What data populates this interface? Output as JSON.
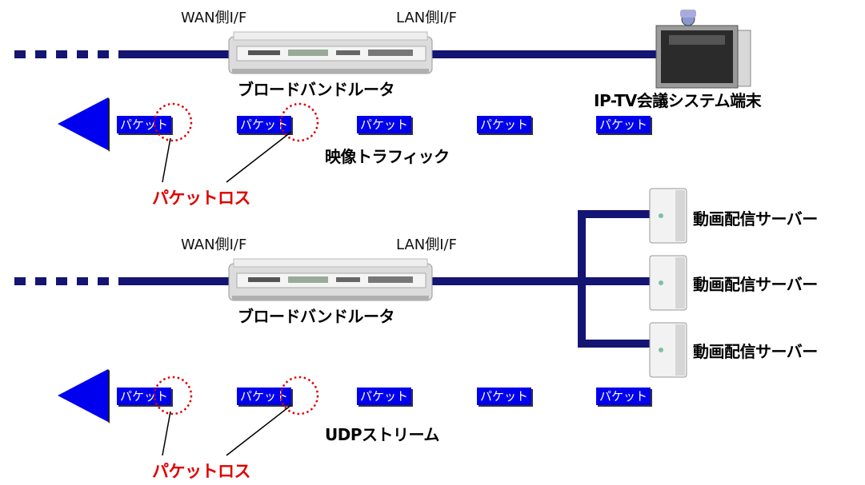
{
  "top": {
    "wan_label": "WAN側I/F",
    "lan_label": "LAN側I/F",
    "router_label": "ブロードバンドルータ",
    "device_label": "IP-TV会議システム端末",
    "packets": [
      "パケット",
      "パケット",
      "パケット",
      "パケット",
      "パケット"
    ],
    "traffic_label": "映像トラフィック",
    "loss_label": "パケットロス"
  },
  "bottom": {
    "wan_label": "WAN側I/F",
    "lan_label": "LAN側I/F",
    "router_label": "ブロードバンドルータ",
    "servers": [
      "動画配信サーバー",
      "動画配信サーバー",
      "動画配信サーバー"
    ],
    "packets": [
      "パケット",
      "パケット",
      "パケット",
      "パケット",
      "パケット"
    ],
    "traffic_label": "UDPストリーム",
    "loss_label": "パケットロス"
  },
  "colors": {
    "line": "#141473",
    "packet": "#0000ee",
    "arrow": "#0000ee",
    "loss": "#e00000"
  }
}
